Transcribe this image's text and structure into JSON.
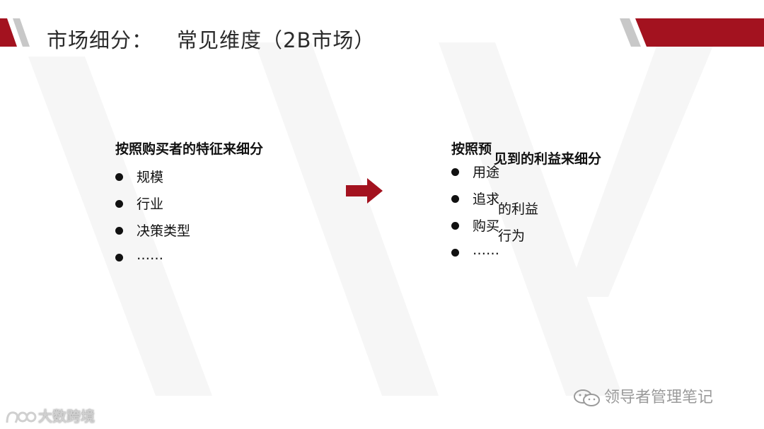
{
  "slide": {
    "title_prefix": "市场细分：",
    "title_main": "常见维度（2B市场）",
    "accent_color": "#a3121f"
  },
  "left": {
    "heading": "按照购买者的特征来细分",
    "items": [
      {
        "label": "规模"
      },
      {
        "label": "行业"
      },
      {
        "label": "决策类型"
      },
      {
        "label": "……"
      }
    ]
  },
  "right": {
    "heading_a": "按照预",
    "heading_b": "见到的利益来细分",
    "items": [
      {
        "label_a": "用途",
        "label_b": ""
      },
      {
        "label_a": "追求",
        "label_b": "的利益"
      },
      {
        "label_a": "购买",
        "label_b": "行为"
      },
      {
        "label_a": "……",
        "label_b": ""
      }
    ]
  },
  "watermarks": {
    "wechat": "领导者管理笔记",
    "brand": "大数跨境"
  }
}
